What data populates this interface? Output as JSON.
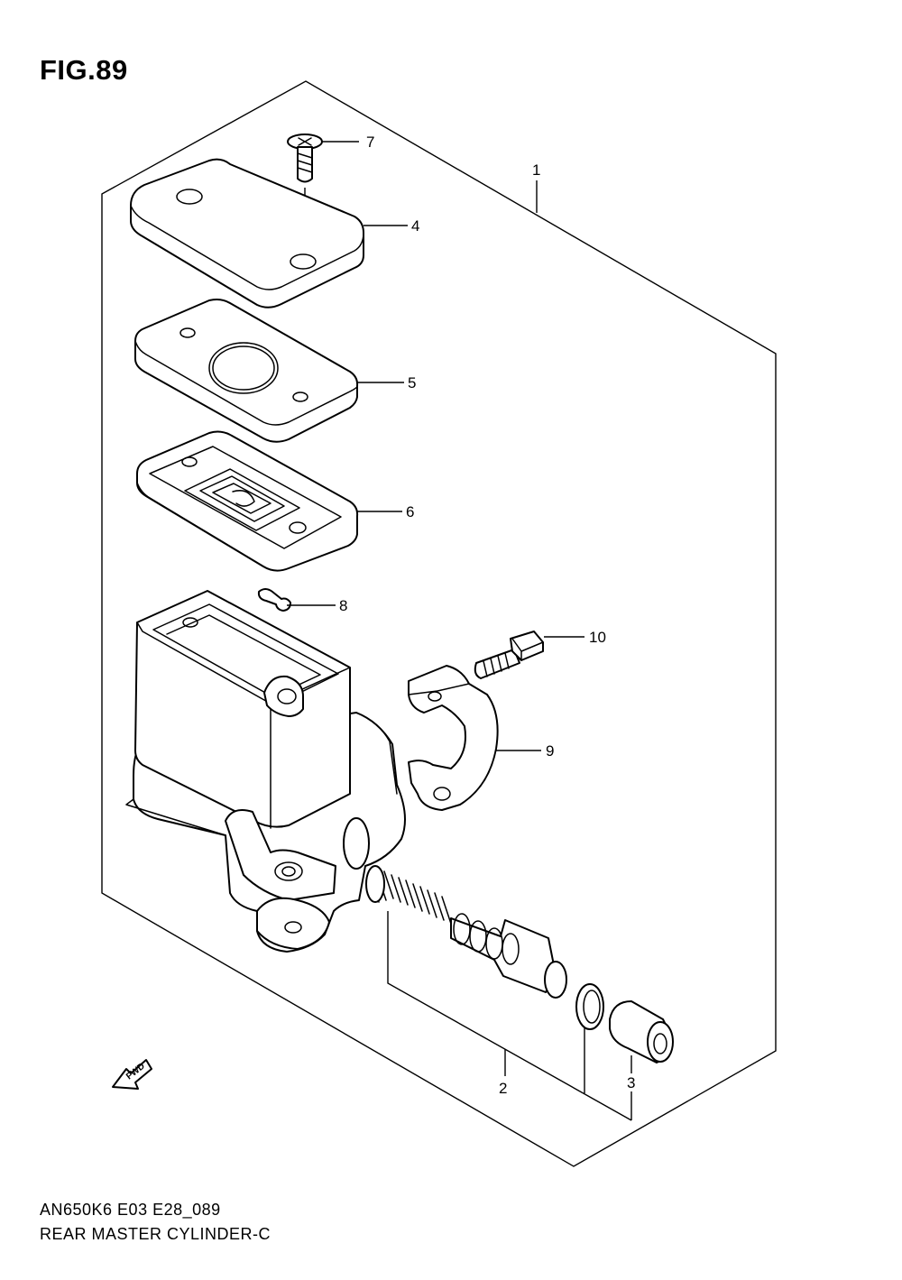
{
  "figure": {
    "title": "FIG.89"
  },
  "footer": {
    "model_code": "AN650K6 E03 E28_089",
    "caption": "REAR MASTER CYLINDER-C"
  },
  "arrow": {
    "label": "FWD"
  },
  "callouts": {
    "c1": "1",
    "c2": "2",
    "c3": "3",
    "c4": "4",
    "c5": "5",
    "c6": "6",
    "c7": "7",
    "c8": "8",
    "c9": "9",
    "c10": "10"
  }
}
